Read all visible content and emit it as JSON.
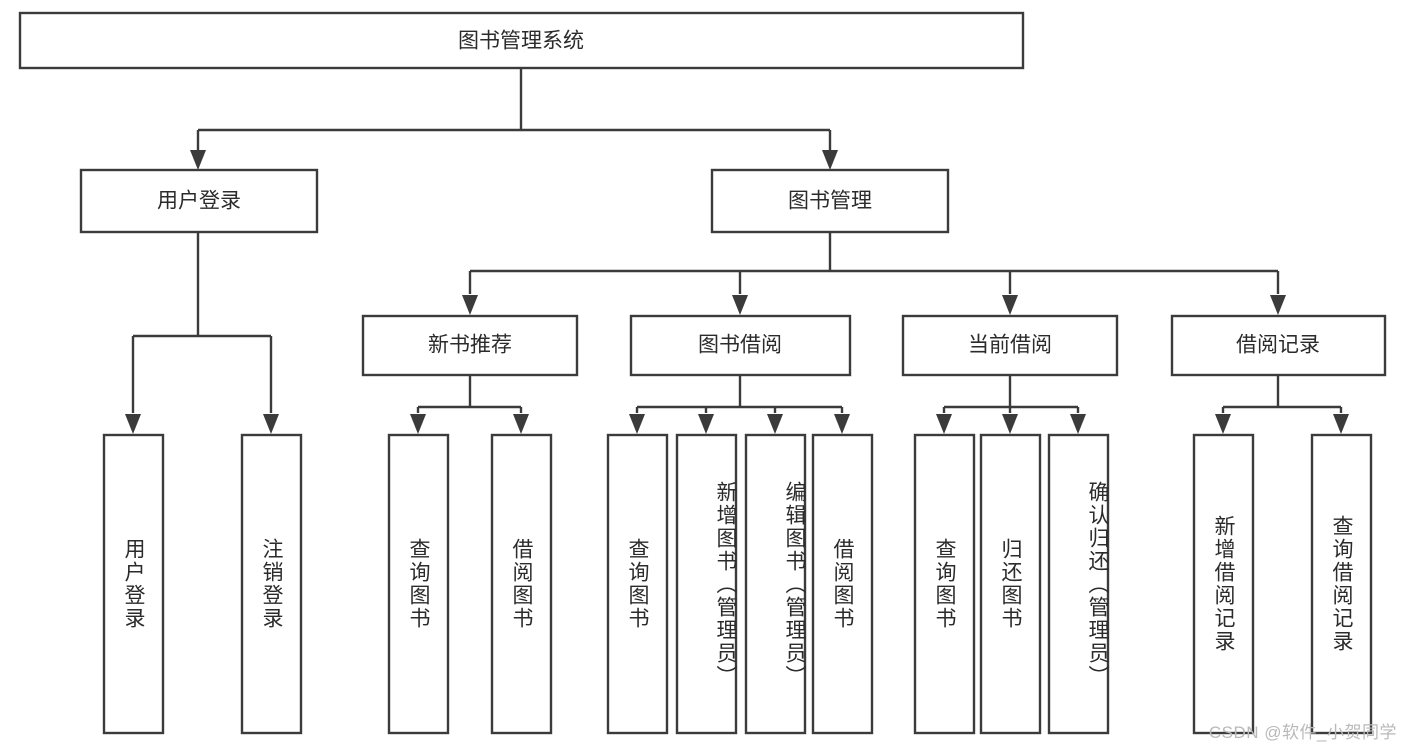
{
  "diagram": {
    "title_node": {
      "label": "图书管理系统"
    },
    "level2": [
      {
        "id": "user-login",
        "label": "用户登录"
      },
      {
        "id": "book-management",
        "label": "图书管理"
      }
    ],
    "level3": [
      {
        "id": "new-book-recommend",
        "label": "新书推荐",
        "parent": "book-management"
      },
      {
        "id": "book-borrow",
        "label": "图书借阅",
        "parent": "book-management"
      },
      {
        "id": "current-borrow",
        "label": "当前借阅",
        "parent": "book-management"
      },
      {
        "id": "borrow-record",
        "label": "借阅记录",
        "parent": "book-management"
      }
    ],
    "leaves": [
      {
        "id": "leaf-user-login",
        "label": "用户登录",
        "parent": "user-login"
      },
      {
        "id": "leaf-logout-login",
        "label": "注销登录",
        "parent": "user-login"
      },
      {
        "id": "leaf-query-book-1",
        "label": "查询图书",
        "parent": "new-book-recommend"
      },
      {
        "id": "leaf-borrow-book-1",
        "label": "借阅图书",
        "parent": "new-book-recommend"
      },
      {
        "id": "leaf-query-book-2",
        "label": "查询图书",
        "parent": "book-borrow"
      },
      {
        "id": "leaf-add-book",
        "label": "新增图书（管理员）",
        "parent": "book-borrow"
      },
      {
        "id": "leaf-edit-book",
        "label": "编辑图书（管理员）",
        "parent": "book-borrow"
      },
      {
        "id": "leaf-borrow-book-2",
        "label": "借阅图书",
        "parent": "book-borrow"
      },
      {
        "id": "leaf-query-book-3",
        "label": "查询图书",
        "parent": "current-borrow"
      },
      {
        "id": "leaf-return-book",
        "label": "归还图书",
        "parent": "current-borrow"
      },
      {
        "id": "leaf-confirm-return",
        "label": "确认归还（管理员）",
        "parent": "current-borrow"
      },
      {
        "id": "leaf-add-record",
        "label": "新增借阅记录",
        "parent": "borrow-record"
      },
      {
        "id": "leaf-query-record",
        "label": "查询借阅记录",
        "parent": "borrow-record"
      }
    ],
    "watermark": "CSDN @软件_小贺同学",
    "colors": {
      "stroke": "#3b3b3b",
      "box_fill": "#ffffff",
      "text": "#2b2b2b",
      "background": "#ffffff",
      "watermark": "#b9b9b9"
    }
  }
}
